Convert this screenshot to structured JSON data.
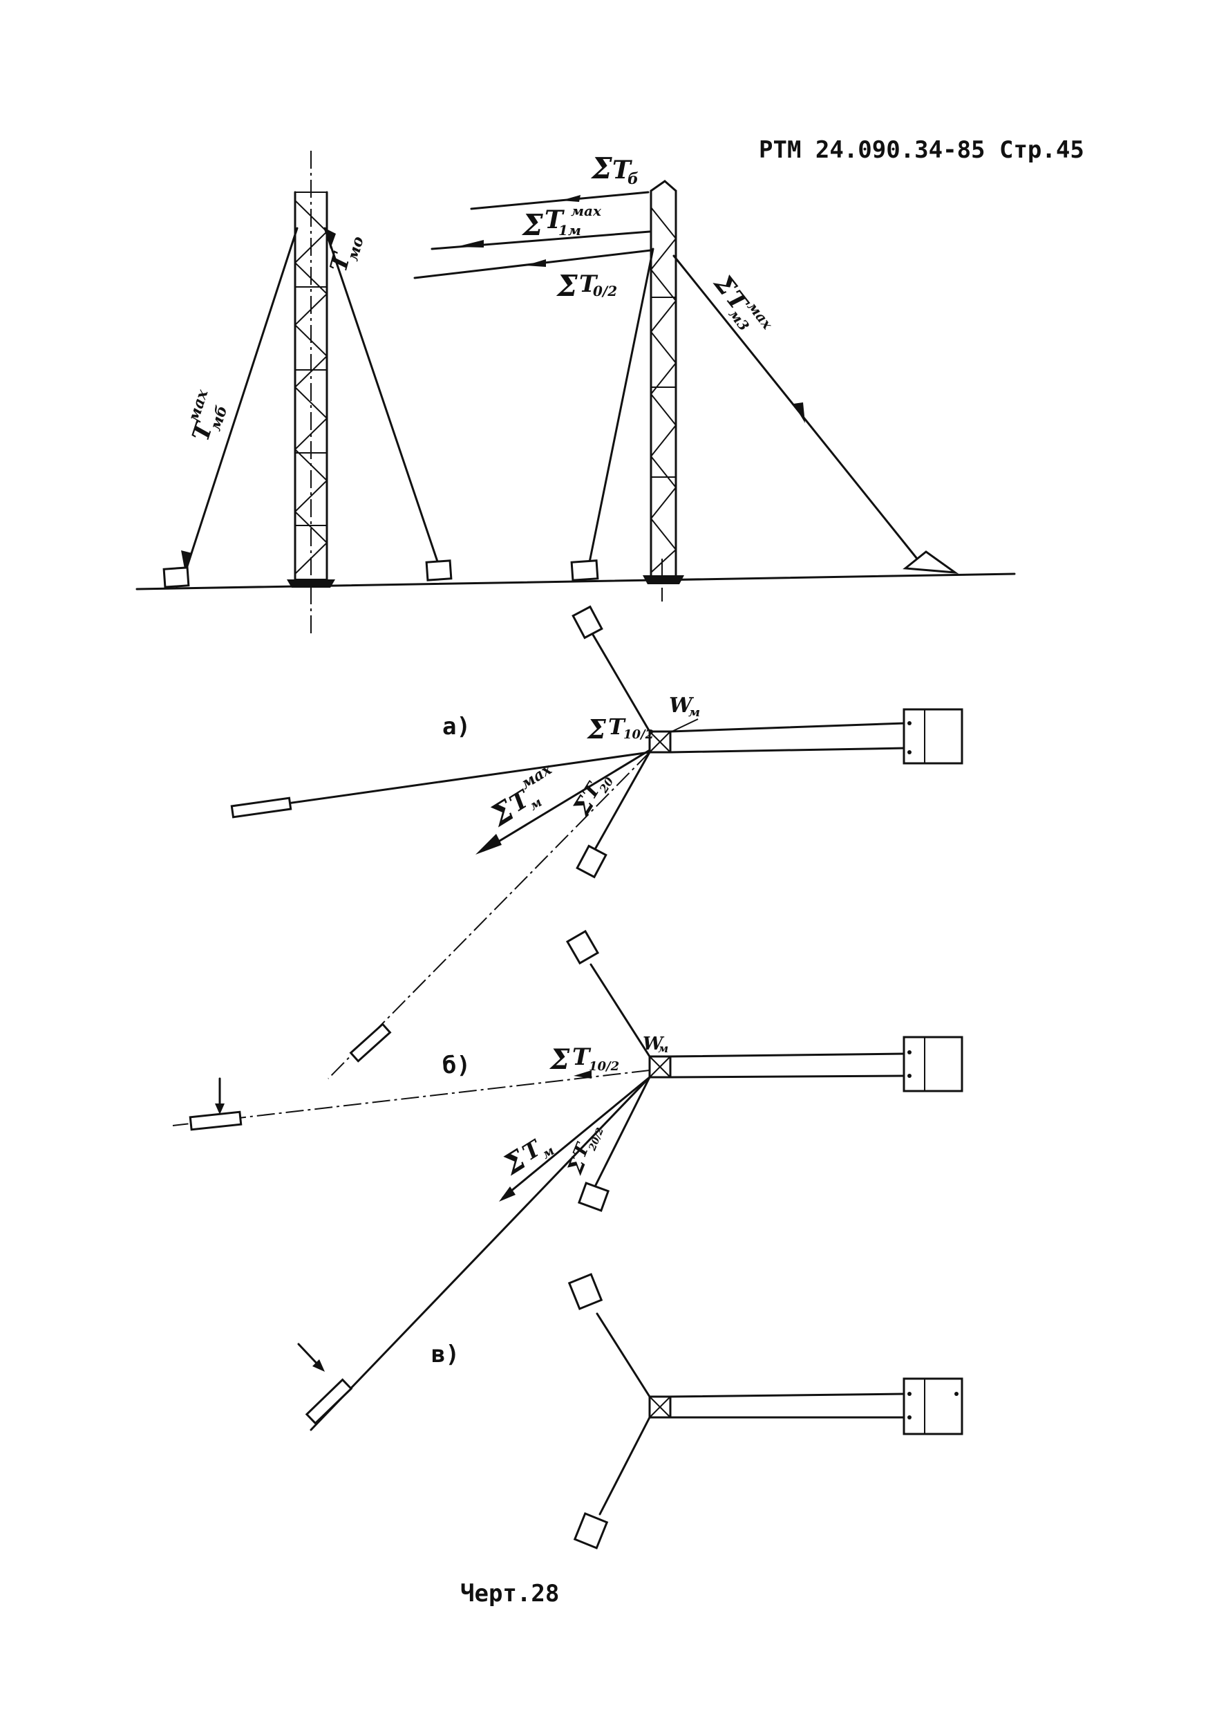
{
  "header": {
    "doc_ref": "РТМ 24.090.34-85 Стр.45"
  },
  "caption": "Черт.28",
  "elevation": {
    "left_tower": {
      "label_front": {
        "base": "T",
        "sub": "мо"
      },
      "label_back": {
        "base": "T",
        "sub": "мб",
        "sup": "мах"
      }
    },
    "right_tower": {
      "label_top": {
        "sigma": "Σ",
        "base": "T",
        "sub": "б"
      },
      "label_mid": {
        "sigma": "Σ",
        "base": "T",
        "sub": "1м",
        "sup": "мах"
      },
      "label_low": {
        "sigma": "Σ",
        "base": "T",
        "sub": "0/2"
      },
      "label_guy": {
        "sigma": "Σ",
        "base": "T",
        "sub": "м3",
        "sup": "мах"
      }
    }
  },
  "plans": [
    {
      "letter": "а)",
      "wind": "W",
      "wind_sub": "м",
      "labels": [
        {
          "sigma": "Σ",
          "base": "T",
          "sub": "10/2"
        },
        {
          "sigma": "Σ",
          "base": "T",
          "sub": "м",
          "sup": "мах"
        },
        {
          "sigma": "Σ",
          "base": "T",
          "sub": "20"
        }
      ]
    },
    {
      "letter": "б)",
      "wind": "W",
      "wind_sub": "м",
      "labels": [
        {
          "sigma": "Σ",
          "base": "T",
          "sub": "10/2"
        },
        {
          "sigma": "Σ",
          "base": "T",
          "sub": "м"
        },
        {
          "sigma": "Σ",
          "base": "T",
          "sub": "20/2"
        }
      ]
    },
    {
      "letter": "в)",
      "labels": []
    }
  ]
}
